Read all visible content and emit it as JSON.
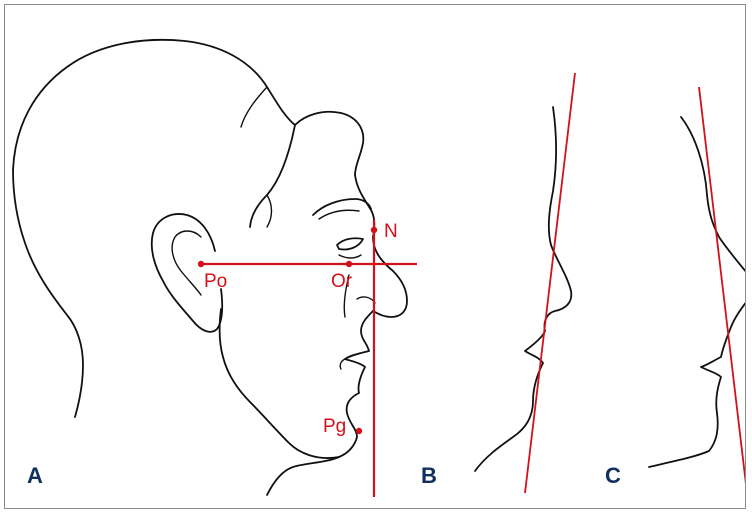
{
  "panels": [
    {
      "id": "A",
      "label": "A"
    },
    {
      "id": "B",
      "label": "B"
    },
    {
      "id": "C",
      "label": "C"
    }
  ],
  "landmarks": {
    "nasion": "N",
    "porion": "Po",
    "orbitale": "Or",
    "pogonion": "Pg"
  },
  "colors": {
    "reference_lines": "#d4101a",
    "outline": "#111111",
    "panel_label": "#12305e",
    "border": "#8a8a8a"
  }
}
